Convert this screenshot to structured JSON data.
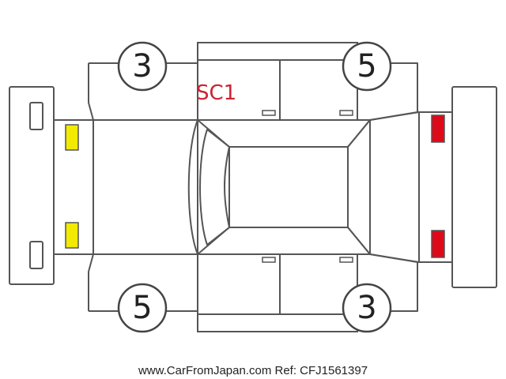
{
  "colors": {
    "line": "#555555",
    "damage_text": "#cc2233",
    "front_lamp": "#f2ea00",
    "rear_lamp": "#dd0a1a"
  },
  "damage_marks": [
    {
      "code": "SC1",
      "panel": "left-front-fender-area"
    }
  ],
  "tire_grades": {
    "front_left": "3",
    "rear_left": "5",
    "front_right": "5",
    "rear_right": "3"
  },
  "watermark": "www.CarFromJapan.com Ref: CFJ1561397"
}
